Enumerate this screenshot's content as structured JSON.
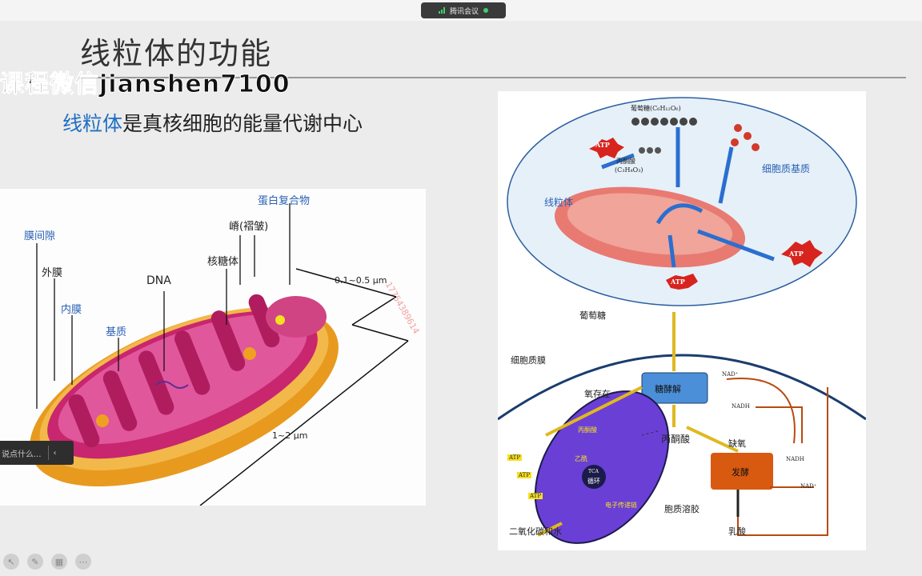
{
  "meeting": {
    "app_name": "腾讯会议"
  },
  "slide": {
    "title": "线粒体的功能",
    "subtitle_highlight": "线粒体",
    "subtitle_rest": "是真核细胞的能量代谢中心",
    "watermark": "课程微信jianshen7100",
    "phone_watermark": "17754389614"
  },
  "left_diagram": {
    "labels": {
      "intermembrane": "膜间隙",
      "outer": "外膜",
      "inner": "内膜",
      "matrix": "基质",
      "dna": "DNA",
      "ribosome": "核糖体",
      "cristae": "嵴(褶皱)",
      "complex": "蛋白复合物",
      "width": "0.1~0.5 μm",
      "length": "1~2 μm"
    }
  },
  "right_top": {
    "glucose": "葡萄糖(C₆H₁₂O₆)",
    "pyruvate_line1": "丙酮酸",
    "pyruvate_line2": "(C₃H₄O₃)",
    "mito": "线粒体",
    "cytoplasm": "细胞质基质",
    "atp": "ATP"
  },
  "right_bottom": {
    "glucose": "葡萄糖",
    "membrane": "细胞质膜",
    "glycolysis": "糖酵解",
    "oxygen": "氧存在",
    "pyruvate": "丙酮酸",
    "hypoxia": "缺氧",
    "ferment": "发酵",
    "cytosol": "胞质溶胶",
    "lactate": "乳酸",
    "co2_water": "二氧化碳和水",
    "tca": "TCA",
    "cycle": "循环",
    "etc": "电子传递链",
    "pyr_in": "丙酮酸",
    "acetyl": "乙酰",
    "nad": "NAD⁺",
    "nadh": "NADH",
    "atp": "ATP"
  },
  "ui": {
    "comment_placeholder": "说点什么...",
    "collapse": "‹"
  },
  "colors": {
    "accent_blue": "#1f6fc4",
    "mito_pink": "#c8266e",
    "outer_orange": "#e89a1f",
    "etc_purple": "#6a3fd6"
  }
}
